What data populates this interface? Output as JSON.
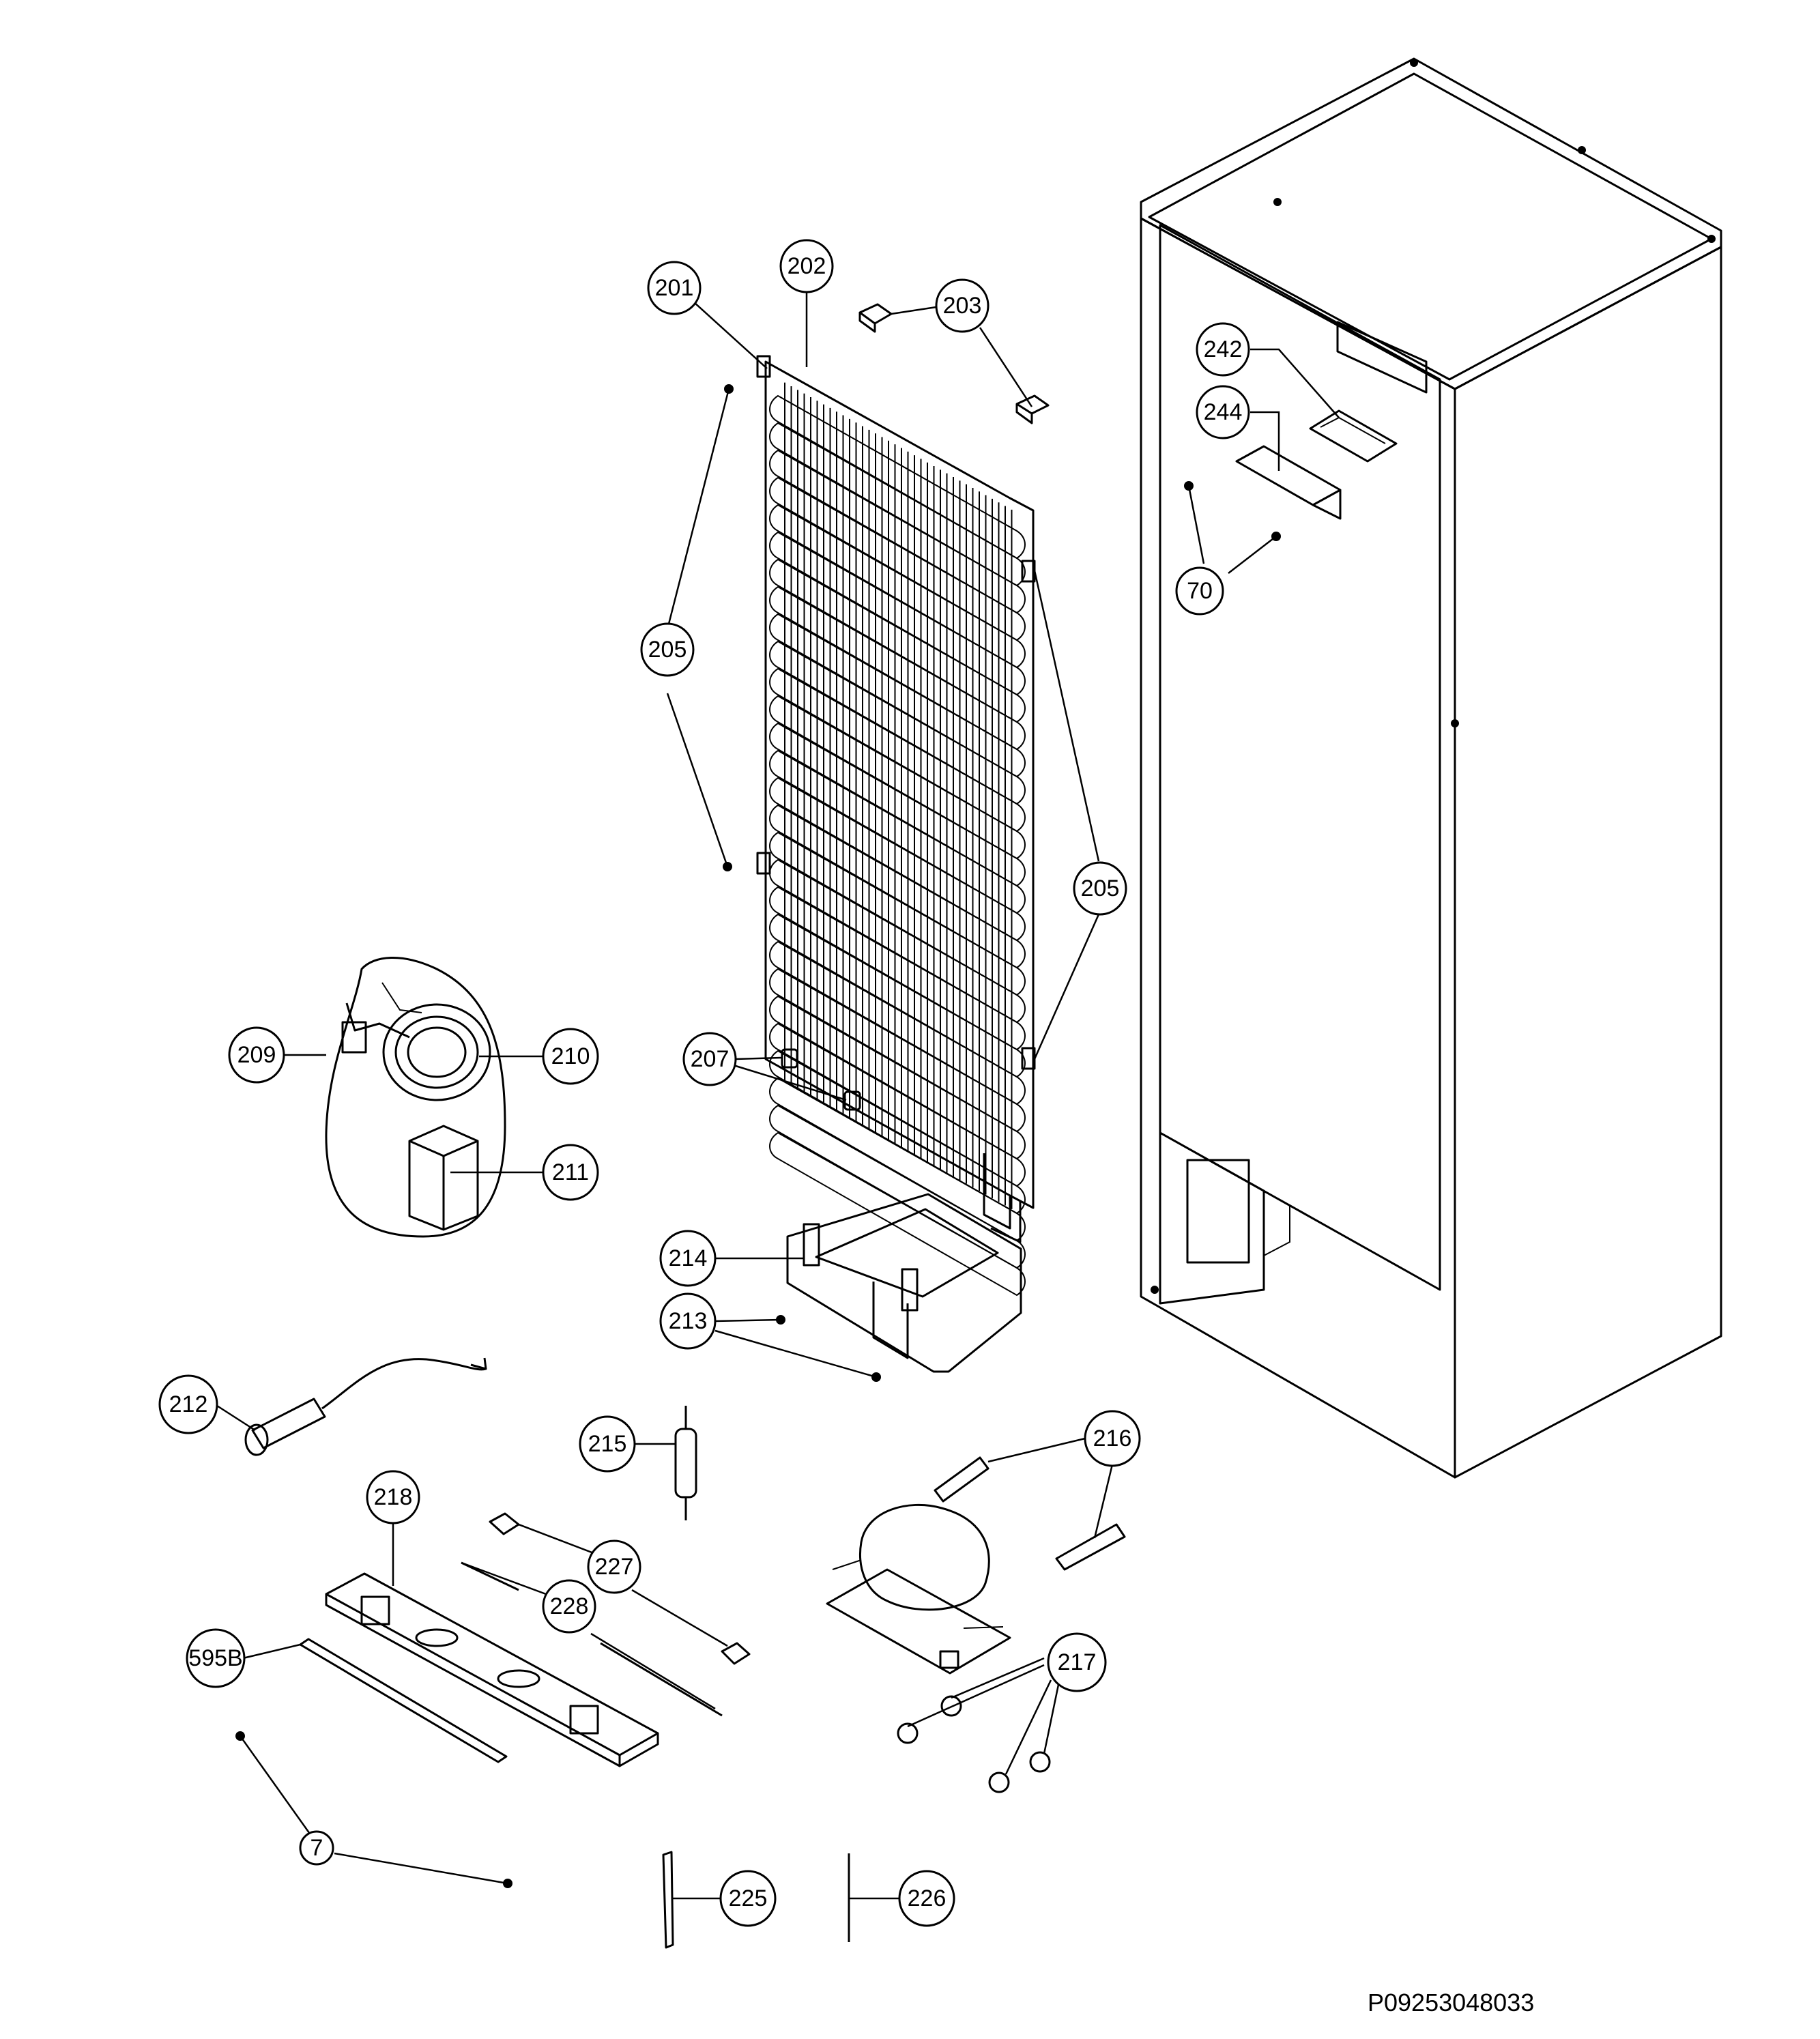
{
  "diagram": {
    "document_id": "P09253048033",
    "callouts": [
      "201",
      "202",
      "203",
      "205",
      "205",
      "242",
      "244",
      "70",
      "209",
      "210",
      "211",
      "207",
      "214",
      "213",
      "212",
      "215",
      "216",
      "218",
      "227",
      "228",
      "595B",
      "217",
      "7",
      "225",
      "226"
    ],
    "parts": [
      "cabinet",
      "condenser",
      "clip-203a",
      "clip-203b",
      "power-cable-assembly",
      "compressor-box",
      "evaporating-tray",
      "filter-drier",
      "capacitor-cable",
      "mounting-plate",
      "compressor",
      "grommet",
      "insulation-strip",
      "rear-bracket",
      "panel-242"
    ]
  }
}
